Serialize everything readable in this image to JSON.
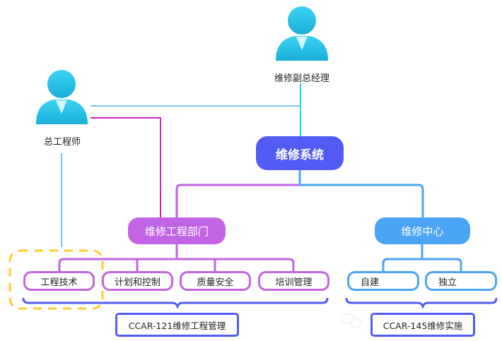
{
  "people": {
    "deputy_gm": {
      "label": "维修副总经理",
      "icon": "person-icon"
    },
    "chief_engineer": {
      "label": "总工程师",
      "icon": "person-icon"
    }
  },
  "root": {
    "label": "维修系统"
  },
  "departments": {
    "engineering": {
      "label": "维修工程部门",
      "children": [
        "工程技术",
        "计划和控制",
        "质量安全",
        "培训管理"
      ],
      "standard": "CCAR-121维修工程管理"
    },
    "center": {
      "label": "维修中心",
      "children": [
        "自建",
        "独立"
      ],
      "standard": "CCAR-145维修实施"
    }
  },
  "colors": {
    "root": "#525cf5",
    "engineering": "#c165e4",
    "center": "#4ba4f4",
    "chief_line": "#d61fb8",
    "deputy_line": "#22d3e8",
    "light_line": "#7cc4f8",
    "highlight_dash": "#fecd2f",
    "person_icon": "#29bde6"
  },
  "annotations": {
    "highlight": "工程技术"
  }
}
